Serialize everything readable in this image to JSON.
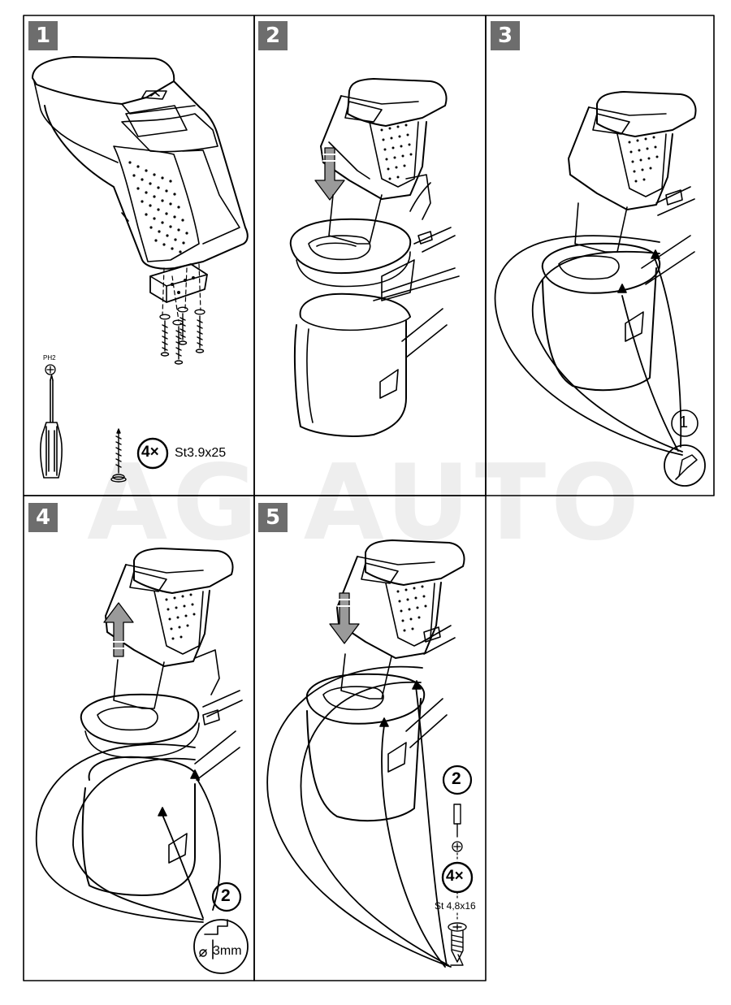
{
  "watermark": "AG AUTO",
  "steps": [
    {
      "number": "1"
    },
    {
      "number": "2"
    },
    {
      "number": "3"
    },
    {
      "number": "4"
    },
    {
      "number": "5"
    }
  ],
  "step1": {
    "bit_label": "PH2",
    "screw_count": "4×",
    "screw_spec": "St3.9x25"
  },
  "step3": {
    "marker": "1"
  },
  "step4": {
    "marker": "2",
    "drill_size": "3mm"
  },
  "step5": {
    "marker": "2",
    "screw_count": "4×",
    "screw_spec": "St 4,8x16"
  },
  "colors": {
    "badge": "#6d6d6d",
    "line": "#000000",
    "arrow_fill": "#9a9a9a",
    "watermark": "#eeeeee"
  }
}
